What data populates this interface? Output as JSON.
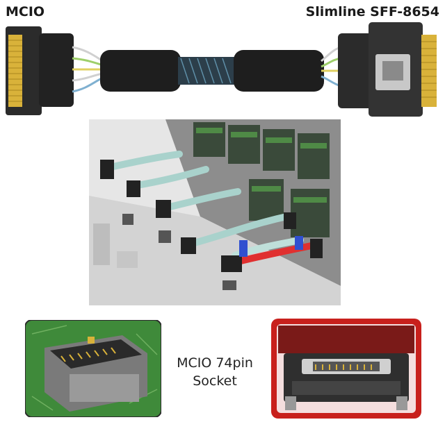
{
  "labels": {
    "left_connector": "MCIO",
    "right_connector": "Slimline SFF-8654"
  },
  "caption": {
    "line1": "MCIO 74pin",
    "line2": "Socket"
  },
  "colors": {
    "connector": "#2b2b2b",
    "sleeve": "#1e1e1e",
    "gold_pins": "#d9b23a",
    "pcb_green": "#3f8a3a",
    "red_frame": "#c8201c"
  }
}
